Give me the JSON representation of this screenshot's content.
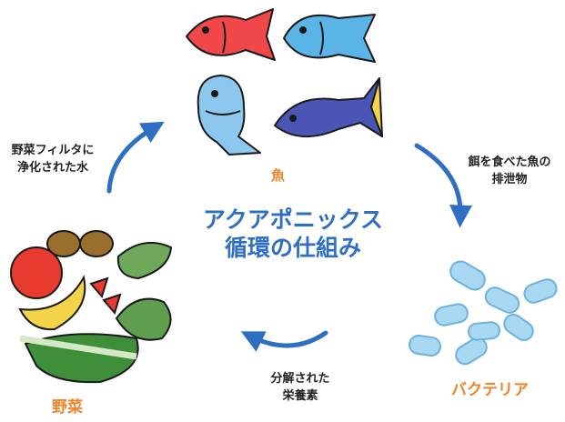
{
  "diagram": {
    "center_title_line1": "アクアポニックス",
    "center_title_line2": "循環の仕組み",
    "nodes": {
      "fish": {
        "label": "魚"
      },
      "vegetables": {
        "label": "野菜"
      },
      "bacteria": {
        "label": "バクテリア"
      }
    },
    "edges": {
      "fish_to_bacteria_line1": "餌を食べた魚の",
      "fish_to_bacteria_line2": "排泄物",
      "bacteria_to_vegetables_line1": "分解された",
      "bacteria_to_vegetables_line2": "栄養素",
      "vegetables_to_fish_line1": "野菜フィルタに",
      "vegetables_to_fish_line2": "浄化された水"
    },
    "colors": {
      "arrow": "#2e6fc4",
      "title": "#2e6fc4",
      "node_label": "#f0842a",
      "fish_red": "#f04848",
      "fish_cyan": "#5bb4e6",
      "fish_lightblue": "#8cc8ee",
      "fish_navy": "#4a55b5",
      "bacteria": "#a9d8f2"
    },
    "icons": [
      "fish-illustration",
      "bacteria-illustration",
      "vegetables-illustration",
      "cycle-arrow-icon"
    ]
  }
}
